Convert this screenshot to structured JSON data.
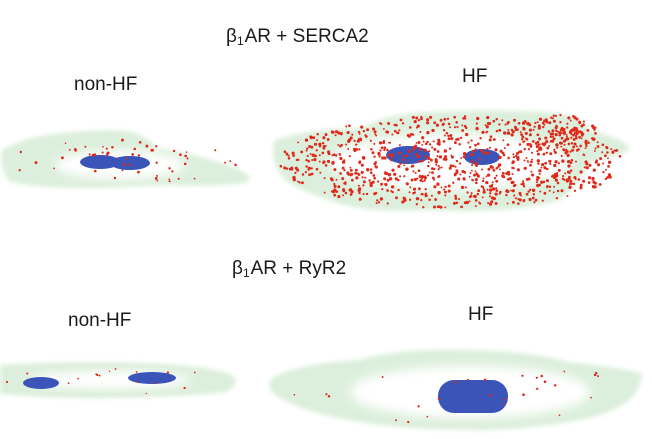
{
  "panels": [
    {
      "title_prefix": "β",
      "title_sub": "1",
      "title_suffix": "AR + SERCA2",
      "left_label": "non-HF",
      "right_label": "HF"
    },
    {
      "title_prefix": "β",
      "title_sub": "1",
      "title_suffix": "AR + RyR2",
      "left_label": "non-HF",
      "right_label": "HF"
    }
  ],
  "colors": {
    "cell_fill": "#dcefdc",
    "cell_core": "#ffffff",
    "nucleus": "#3a54b8",
    "puncta": "#e0281b"
  }
}
